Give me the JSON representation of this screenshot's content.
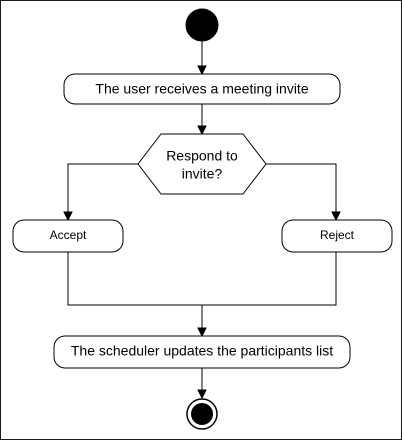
{
  "diagram": {
    "type": "uml-activity",
    "nodes": {
      "start": {
        "kind": "initial"
      },
      "receive": {
        "kind": "action",
        "label": "The user receives a meeting invite"
      },
      "decision": {
        "kind": "decision",
        "label_line1": "Respond to",
        "label_line2": "invite?"
      },
      "accept": {
        "kind": "action",
        "label": "Accept"
      },
      "reject": {
        "kind": "action",
        "label": "Reject"
      },
      "update": {
        "kind": "action",
        "label": "The scheduler updates the participants list"
      },
      "end": {
        "kind": "final"
      }
    },
    "edges": [
      {
        "from": "start",
        "to": "receive"
      },
      {
        "from": "receive",
        "to": "decision"
      },
      {
        "from": "decision",
        "to": "accept"
      },
      {
        "from": "decision",
        "to": "reject"
      },
      {
        "from": "accept",
        "to": "update"
      },
      {
        "from": "reject",
        "to": "update"
      },
      {
        "from": "update",
        "to": "end"
      }
    ],
    "colors": {
      "stroke": "#000000",
      "fill": "#ffffff",
      "border": "#1a1a1a"
    }
  }
}
